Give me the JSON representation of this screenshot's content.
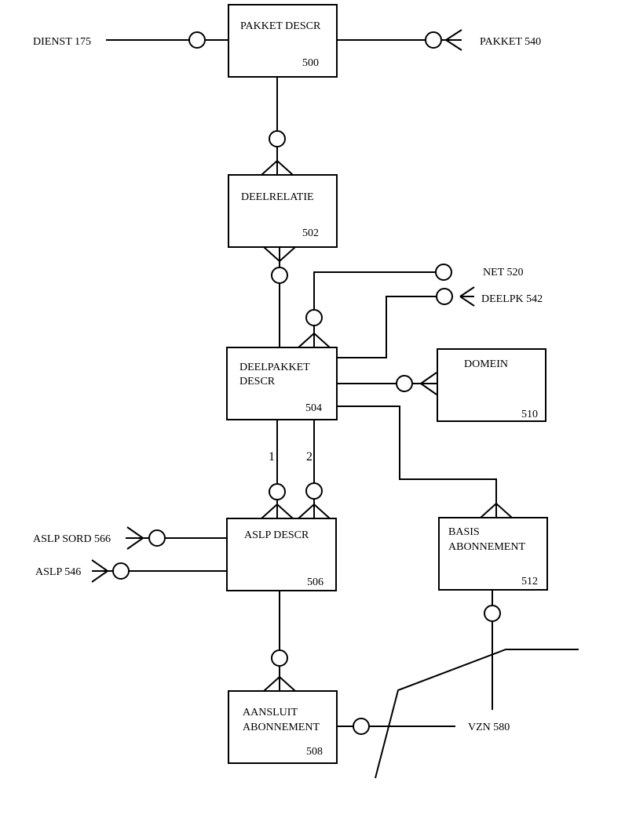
{
  "entities": {
    "pakket_descr": {
      "name": "PAKKET DESCR",
      "number": "500"
    },
    "deelrelatie": {
      "name": "DEELRELATIE",
      "number": "502"
    },
    "deelpakket_descr": {
      "name_line1": "DEELPAKKET",
      "name_line2": "DESCR",
      "number": "504"
    },
    "domein": {
      "name": "DOMEIN",
      "number": "510"
    },
    "aslp_descr": {
      "name": "ASLP DESCR",
      "number": "506"
    },
    "basis_abonnement": {
      "name_line1": "BASIS",
      "name_line2": "ABONNEMENT",
      "number": "512"
    },
    "aansluit_abonnement": {
      "name_line1": "AANSLUIT",
      "name_line2": "ABONNEMENT",
      "number": "508"
    }
  },
  "external_refs": {
    "dienst": "DIENST 175",
    "pakket": "PAKKET 540",
    "net": "NET 520",
    "deelpk": "DEELPK 542",
    "aslp_sord": "ASLP SORD 566",
    "aslp": "ASLP 546",
    "vzn": "VZN 580"
  },
  "relationship_labels": {
    "first": "1",
    "second": "2"
  }
}
